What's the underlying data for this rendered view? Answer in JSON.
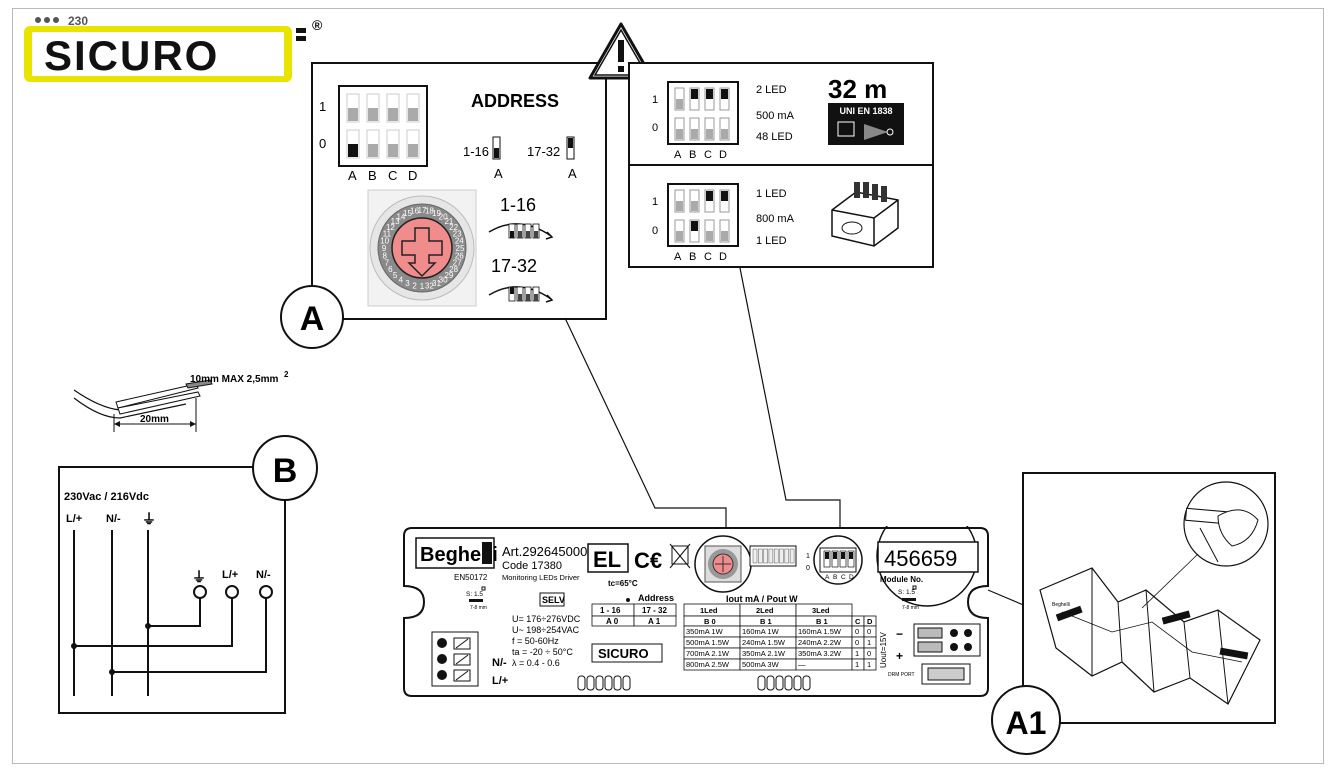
{
  "logo": {
    "prefix": "230",
    "brand": "SICURO",
    "registered": "®"
  },
  "section_labels": {
    "a": "A",
    "b": "B",
    "a1": "A1"
  },
  "address_panel": {
    "title": "ADDRESS",
    "dip_row_labels": [
      "1",
      "0"
    ],
    "dip_col_labels": [
      "A",
      "B",
      "C",
      "D"
    ],
    "range_low": "1-16",
    "range_high": "17-32",
    "switch_letter": "A",
    "rotary_numbers": [
      "1",
      "2",
      "3",
      "4",
      "5",
      "6",
      "7",
      "8",
      "9",
      "10",
      "11",
      "12",
      "13",
      "14",
      "15",
      "16",
      "17",
      "18",
      "19",
      "20",
      "21",
      "22",
      "23",
      "24",
      "25",
      "26",
      "27",
      "28",
      "29",
      "30",
      "31",
      "32"
    ],
    "rotary_lower_label": "1-16",
    "rotary_upper_label": "17-32"
  },
  "led_panel_top": {
    "row_labels": [
      "1",
      "0"
    ],
    "col_labels": [
      "A",
      "B",
      "C",
      "D"
    ],
    "line1": "2 LED",
    "line2": "500 mA",
    "line3": "48 LED",
    "distance": "32 m",
    "standard": "UNI EN 1838"
  },
  "led_panel_bottom": {
    "row_labels": [
      "1",
      "0"
    ],
    "col_labels": [
      "A",
      "B",
      "C",
      "D"
    ],
    "line1": "1 LED",
    "line2": "800 mA",
    "line3": "1 LED"
  },
  "cable": {
    "strip_label": "10mm MAX 2,5mm",
    "strip_sup": "2",
    "length_label": "20mm"
  },
  "wiring": {
    "supply": "230Vac / 216Vdc",
    "top_terminals": [
      "L/+",
      "N/-",
      "⏚"
    ],
    "bottom_terminals": [
      "⏚",
      "L/+",
      "N/-"
    ]
  },
  "device": {
    "brand": "Beghelli",
    "art": "Art.292645000",
    "code": "Code 17380",
    "norm": "EN50172",
    "description": "Monitoring LEDs Driver",
    "el_mark": "EL",
    "tc": "tc=65°C",
    "address_label": "Address",
    "selv": "SELV",
    "switch_label_left": "S: 1.5",
    "switch_label_left_sub": "7-8 mm",
    "specs": [
      "U= 176÷276VDC",
      "U~ 198÷254VAC",
      "f = 50-60Hz",
      "ta = -20 ÷ 50°C",
      "λ = 0.4 - 0.6"
    ],
    "addr_table": {
      "headers": [
        "1 - 16",
        "17 - 32"
      ],
      "codes": [
        "A 0",
        "A 1"
      ]
    },
    "iout_header": "Iout mA / Pout W",
    "led_table": {
      "headers": [
        "1Led",
        "2Led",
        "3Led"
      ],
      "codes": [
        "B 0",
        "B 1",
        "B 1"
      ],
      "cd_headers": [
        "C",
        "D"
      ],
      "rows": [
        {
          "c1": "350mA 1W",
          "c2": "160mA 1W",
          "c3": "160mA 1.5W",
          "c": "0",
          "d": "0"
        },
        {
          "c1": "500mA 1.5W",
          "c2": "240mA 1.5W",
          "c3": "240mA 2.2W",
          "c": "0",
          "d": "1"
        },
        {
          "c1": "700mA 2.1W",
          "c2": "350mA 2.1W",
          "c3": "350mA 3.2W",
          "c": "1",
          "d": "0"
        },
        {
          "c1": "800mA 2.5W",
          "c2": "500mA 3W",
          "c3": "—",
          "c": "1",
          "d": "1"
        }
      ]
    },
    "module_number": "456659",
    "module_label": "Module No.",
    "switch_label_right": "S: 1.5",
    "switch_label_right_sub": "7-8 mm",
    "uout": "Uout=15V",
    "drm_port": "DRM PORT",
    "dip_mini_labels": [
      "A",
      "B",
      "C",
      "D"
    ],
    "dip_mini_rows": [
      "1",
      "0"
    ],
    "terminal_n": "N/-",
    "terminal_l": "L/+",
    "minus": "−",
    "plus": "+"
  },
  "colors": {
    "logo_yellow": "#e8e400",
    "dial_red": "#f08c8c",
    "gray_switch": "#aaaaaa"
  }
}
